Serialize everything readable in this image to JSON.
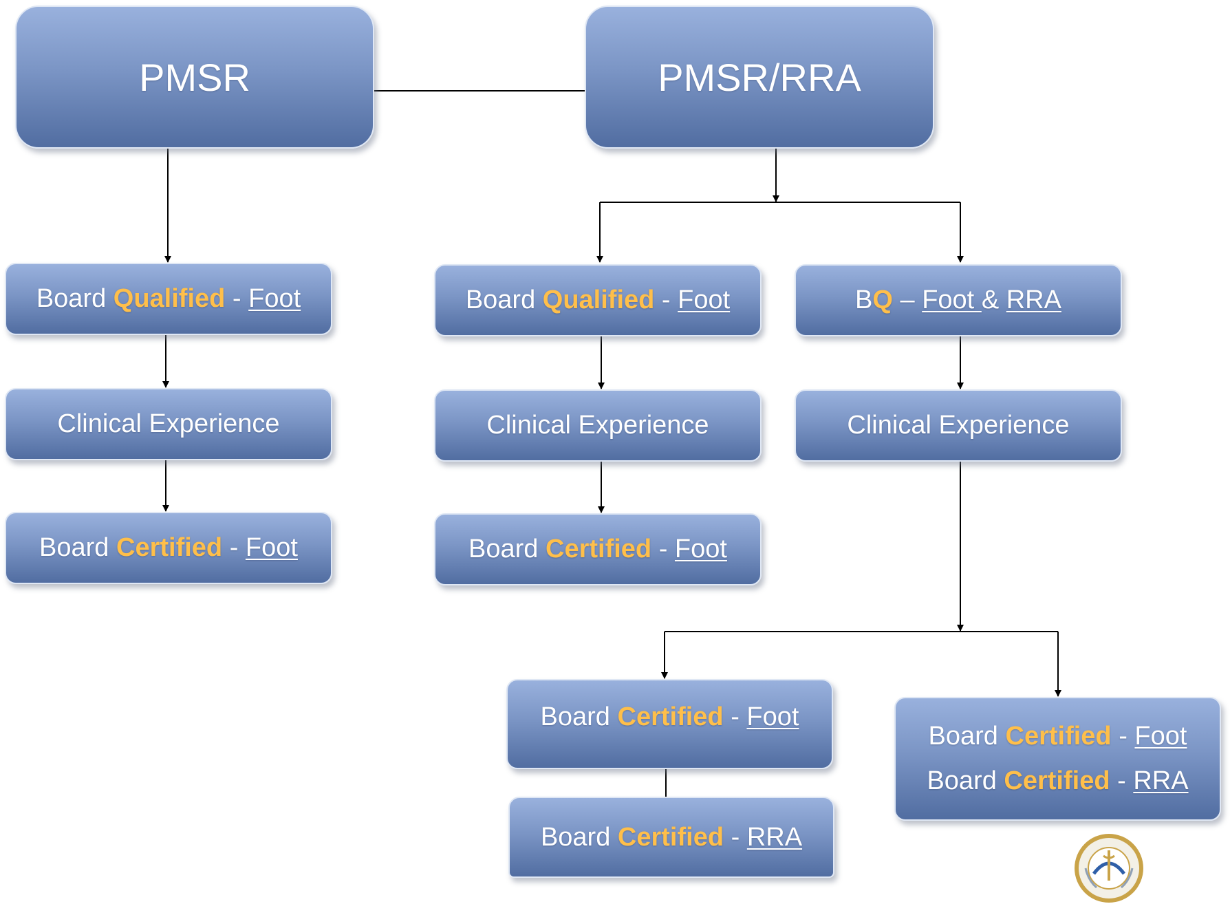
{
  "top": {
    "pmsr": "PMSR",
    "pmsr_rra": "PMSR/RRA"
  },
  "left": {
    "bq": {
      "prefix": "Board ",
      "highlight": "Qualified",
      "sep": " - ",
      "link": "Foot"
    },
    "ce": "Clinical Experience",
    "bc": {
      "prefix": "Board ",
      "highlight": "Certified",
      "sep": " - ",
      "link": "Foot"
    }
  },
  "middle": {
    "bq": {
      "prefix": "Board ",
      "highlight": "Qualified",
      "sep": " - ",
      "link": "Foot"
    },
    "ce": "Clinical Experience",
    "bc": {
      "prefix": "Board ",
      "highlight": "Certified",
      "sep": " - ",
      "link": "Foot"
    }
  },
  "right": {
    "bq": {
      "prefix": "B",
      "highlight": "Q",
      "sep": " – ",
      "link1": "Foot ",
      "amp": "& ",
      "link2": "RRA"
    },
    "ce": "Clinical Experience"
  },
  "bottom": {
    "bc_foot": {
      "prefix": "Board ",
      "highlight": "Certified",
      "sep": " - ",
      "link": "Foot"
    },
    "bc_rra": {
      "prefix": "Board ",
      "highlight": "Certified",
      "sep": " - ",
      "link": "RRA"
    },
    "combined": {
      "line1": {
        "prefix": "Board ",
        "highlight": "Certified",
        "sep": " - ",
        "link": "Foot"
      },
      "line2": {
        "prefix": "Board ",
        "highlight": "Certified",
        "sep": " - ",
        "link": "RRA"
      }
    }
  },
  "colors": {
    "box_top": "#99b1dd",
    "box_bottom": "#516da1",
    "highlight": "#ffbf4a",
    "text": "#ffffff",
    "line": "#000000"
  },
  "icons": {
    "seal": "seal-logo"
  }
}
